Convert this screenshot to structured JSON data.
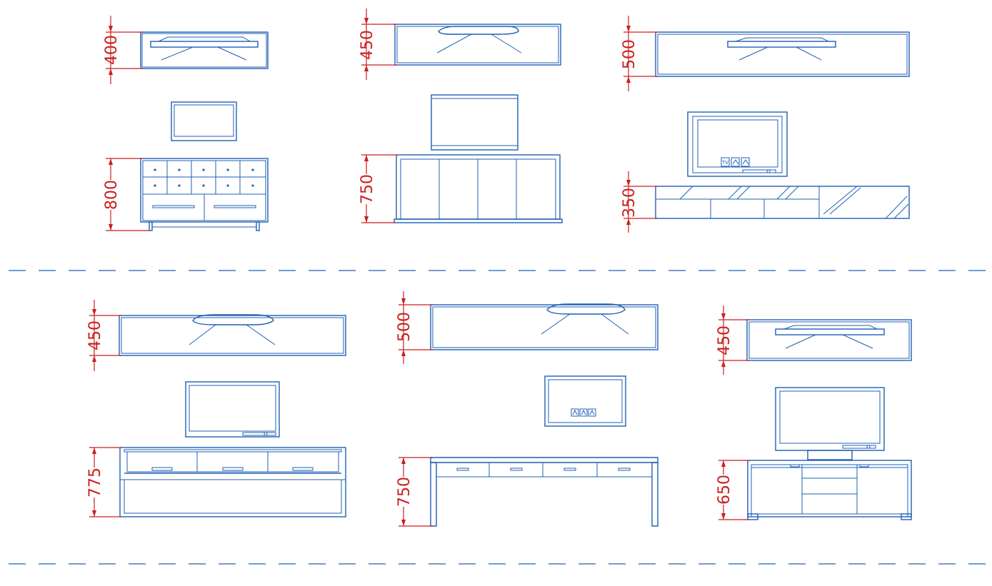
{
  "colors": {
    "linework": "#1f5fb5",
    "dimensions": "#cc1f1f",
    "background": "#ffffff"
  },
  "dimensions": {
    "unit1_top": "400",
    "unit1_front": "800",
    "unit2_top": "450",
    "unit2_front": "750",
    "unit3_top": "500",
    "unit3_front": "350",
    "unit4_top": "450",
    "unit4_front": "775",
    "unit5_top": "500",
    "unit5_front": "750",
    "unit6_top": "450",
    "unit6_front": "650"
  },
  "panel_labels": {
    "tv": "TV"
  }
}
